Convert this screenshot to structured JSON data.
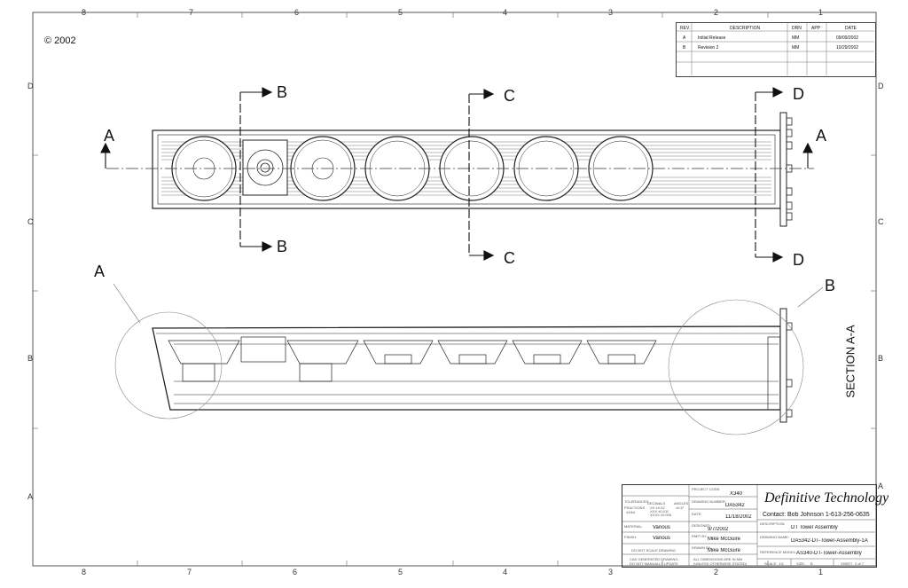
{
  "copyright": "© 2002",
  "zones": {
    "top": [
      "8",
      "7",
      "6",
      "5",
      "4",
      "3",
      "2",
      "1"
    ],
    "left": [
      "D",
      "C",
      "B",
      "A"
    ],
    "right": [
      "D",
      "C",
      "B",
      "A"
    ]
  },
  "revision_table": {
    "headers": [
      "REV.",
      "DESCRIPTION",
      "DRN",
      "APP",
      "DATE"
    ],
    "rows": [
      [
        "A",
        "Initial Release",
        "MM",
        "",
        "09/09/2002"
      ],
      [
        "B",
        "Revision 2",
        "MM",
        "",
        "10/29/2002"
      ]
    ]
  },
  "section_labels": {
    "a_left": "A",
    "a_right": "A",
    "b_top": "B",
    "b_bottom": "B",
    "c_top": "C",
    "c_bottom": "C",
    "d_top": "D",
    "d_bottom": "D",
    "detail_a": "A",
    "detail_b": "B",
    "section_view": "SECTION A-A"
  },
  "title_block": {
    "tolerances_label": "TOLERANCES:",
    "fractions_label": "FRACTIONS",
    "decimals_label": "DECIMALS",
    "angles_label": "ANGLES",
    "fractions_value": "±1/64",
    "decimals_values": ".XX ±0.02",
    "decimals_values2": ".XXX ±0.010",
    "decimals_values3": ".XXXX ±0.005",
    "angles_value": "±0.5°",
    "material_label": "MATERIAL:",
    "material_value": "Various",
    "finish_label": "FINISH:",
    "finish_value": "Various",
    "do_not_scale": "DO NOT SCALE DRAWING",
    "cad_note1": "CAD GENERATED DRAWING,",
    "cad_note2": "DO NOT MANUALLY UPDATE",
    "project_code_label": "PROJECT CODE:",
    "project_code_value": "X340",
    "drawing_number_label": "DRAWING NUMBER:",
    "drawing_number_value": "DA5342",
    "date_label": "DATE:",
    "date_value": "11/18/2002",
    "designed_label": "DESIGNED:",
    "designed_value": "9/7/2002",
    "part_by_label": "PART BY:",
    "part_by_value": "Mike McGuire",
    "drawn_by_label": "DRAWN BY:",
    "drawn_by_value": "Mike McGuire",
    "dims_note1": "ALL DIMENSIONS ARE IN MM",
    "dims_note2": "(UNLESS OTHERWISE STATED)",
    "company": "Definitive Technology",
    "contact": "Contact: Bob Johnson  1-613-256-0635",
    "description_label": "DESCRIPTION:",
    "description_value": "DT Tower Assembly",
    "drawing_name_label": "DRAWING NAME:",
    "drawing_name_value": "DA5342-DT-Tower-Assembly-1A",
    "reference_model_label": "REFERENCE MODEL:",
    "reference_model_value": "AS340-DT-Tower-Assembly",
    "scale_label": "SCALE:",
    "scale_value": "1:6",
    "size_label": "SIZE:",
    "size_value": "B",
    "sheet_label": "SHEET",
    "sheet_value": "2 of 7"
  }
}
